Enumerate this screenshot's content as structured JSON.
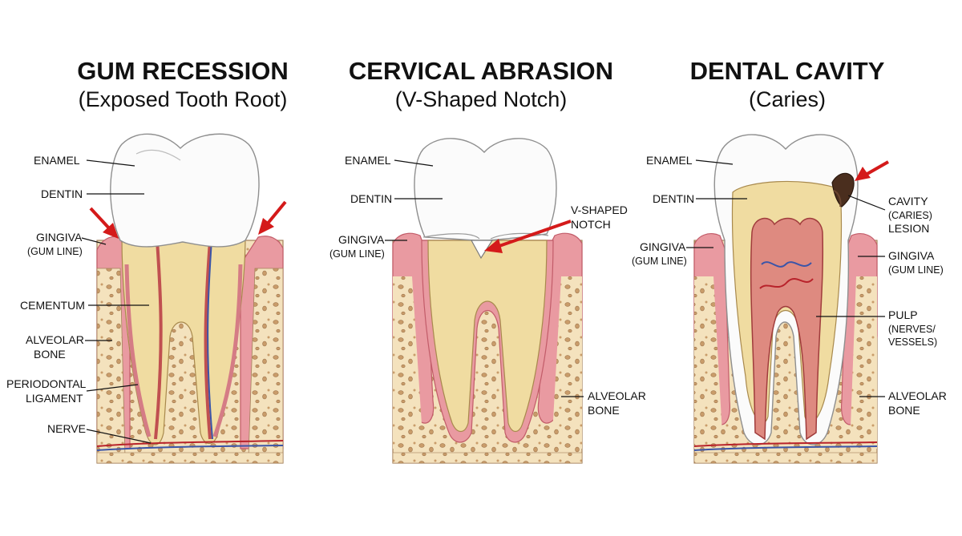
{
  "panels": [
    {
      "title": "GUM RECESSION",
      "subtitle": "(Exposed Tooth Root)",
      "labels": {
        "enamel": "ENAMEL",
        "dentin": "DENTIN",
        "gingiva": "GINGIVA",
        "gum_line": "(GUM LINE)",
        "cementum": "CEMENTUM",
        "alveolar1": "ALVEOLAR",
        "alveolar2": "BONE",
        "periodontal1": "PERIODONTAL",
        "periodontal2": "LIGAMENT",
        "nerve": "NERVE"
      }
    },
    {
      "title": "CERVICAL ABRASION",
      "subtitle": "(V-Shaped Notch)",
      "labels": {
        "enamel": "ENAMEL",
        "dentin": "DENTIN",
        "gingiva": "GINGIVA",
        "gum_line": "(GUM LINE)",
        "notch1": "V-SHAPED",
        "notch2": "NOTCH",
        "alveolar1": "ALVEOLAR",
        "alveolar2": "BONE"
      }
    },
    {
      "title": "DENTAL CAVITY",
      "subtitle": "(Caries)",
      "labels": {
        "enamel": "ENAMEL",
        "dentin": "DENTIN",
        "gingiva_l": "GINGIVA",
        "gum_line_l": "(GUM LINE)",
        "cavity1": "CAVITY",
        "cavity2": "(CARIES)",
        "cavity3": "LESION",
        "gingiva_r": "GINGIVA",
        "gum_line_r": "(GUM LINE)",
        "pulp1": "PULP",
        "pulp2": "(NERVES/",
        "pulp3": "VESSELS)",
        "alveolar1": "ALVEOLAR",
        "alveolar2": "BONE"
      }
    }
  ],
  "colors": {
    "arrow": "#d41a1a",
    "gum": "#e99aa1",
    "bone": "#f4e2bd",
    "dentin": "#f0dca1",
    "enamel": "#fbfbfb",
    "cavity": "#4a2e1e"
  }
}
